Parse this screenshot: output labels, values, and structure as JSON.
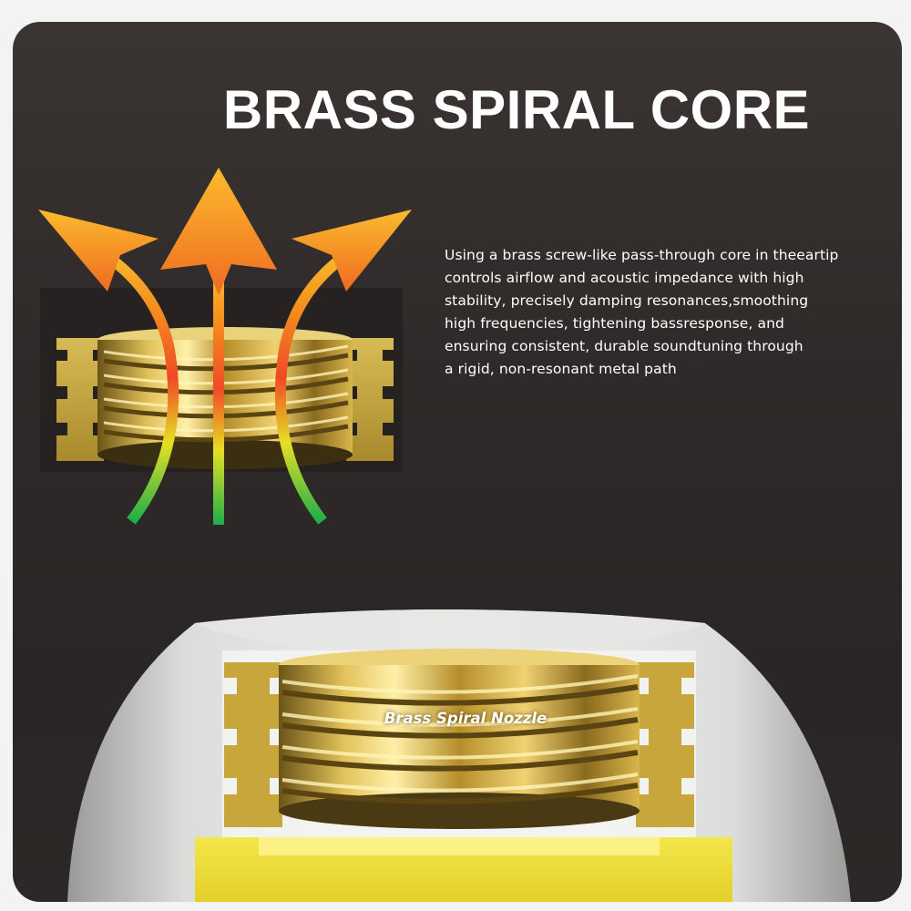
{
  "header": {
    "title": "BRASS SPIRAL CORE"
  },
  "description": {
    "lines": [
      "Using a brass screw-like pass-through core in theeartip",
      "controls airflow and acoustic impedance with high",
      "stability, precisely damping resonances,smoothing",
      "high frequencies, tightening bassresponse, and",
      "ensuring consistent, durable soundtuning through",
      "a rigid, non-resonant metal path"
    ]
  },
  "nozzle": {
    "label": "Brass Spiral Nozzle"
  },
  "colors": {
    "background": "#2f2a29",
    "brass": "#c9a43a",
    "arrow_top": "#f5a21c",
    "arrow_mid": "#e8442a",
    "arrow_bottom": "#22b04b"
  },
  "icons": {
    "arrows": "airflow-arrows-icon"
  }
}
